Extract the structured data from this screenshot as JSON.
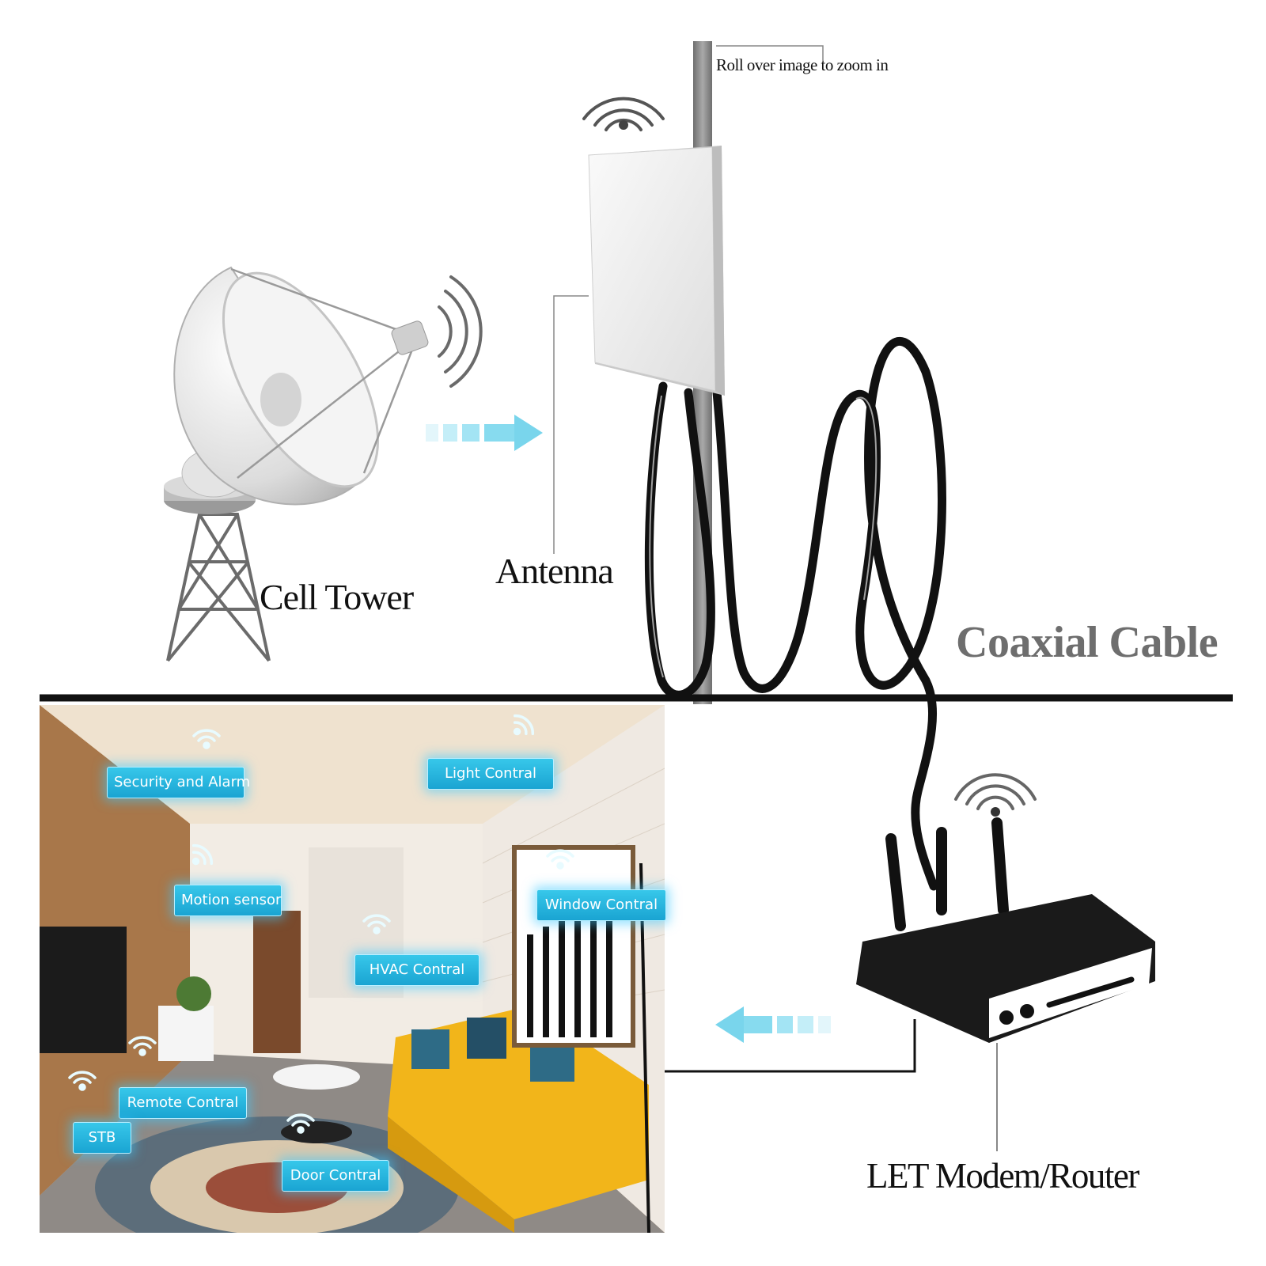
{
  "labels": {
    "zoom_hint": "Roll over image to zoom in",
    "cell_tower": "Cell Tower",
    "antenna": "Antenna",
    "coaxial_cable": "Coaxial Cable",
    "router": "LET Modem/Router"
  },
  "room_tags": {
    "security": "Security and Alarm",
    "light": "Light Contral",
    "motion": "Motion sensor",
    "window": "Window Contral",
    "hvac": "HVAC Contral",
    "remote": "Remote Contral",
    "stb": "STB",
    "door": "Door Contral"
  },
  "icons": [
    "wifi-signal-icon",
    "satellite-dish-icon",
    "flow-arrow-icon",
    "router-icon",
    "panel-antenna-icon"
  ],
  "colors": {
    "tag_fill": "#29b6e0",
    "arrow": "#79d9ef",
    "cable": "#111111",
    "sofa": "#f2b51a"
  }
}
